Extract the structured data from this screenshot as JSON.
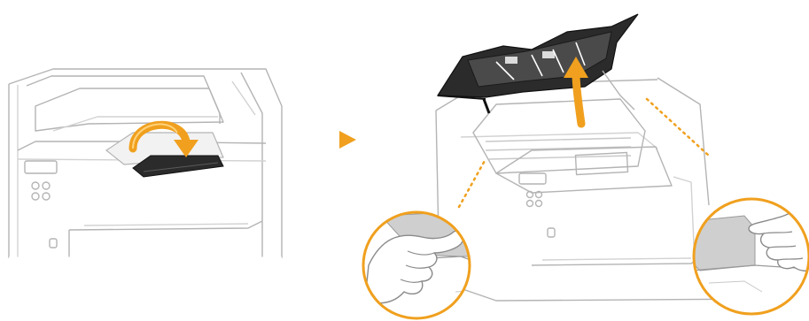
{
  "figure": {
    "panels": [
      {
        "name": "step-1",
        "action": "lift-front-tray-lid",
        "arrow_color": "#f0a01e"
      },
      {
        "name": "step-2",
        "action": "open-top-cover",
        "arrow_color": "#f0a01e"
      }
    ],
    "step_arrow_color": "#f0a01e",
    "callout_color": "#f0a01e",
    "callouts": [
      {
        "name": "left-hand-grip-detail"
      },
      {
        "name": "right-hand-grip-detail"
      }
    ],
    "colors": {
      "printer_outline": "#b4b4b4",
      "printer_shadow": "#e6e6e6",
      "cover_dark": "#2b2b2b",
      "tray_shadow": "#d2d2d2"
    }
  }
}
